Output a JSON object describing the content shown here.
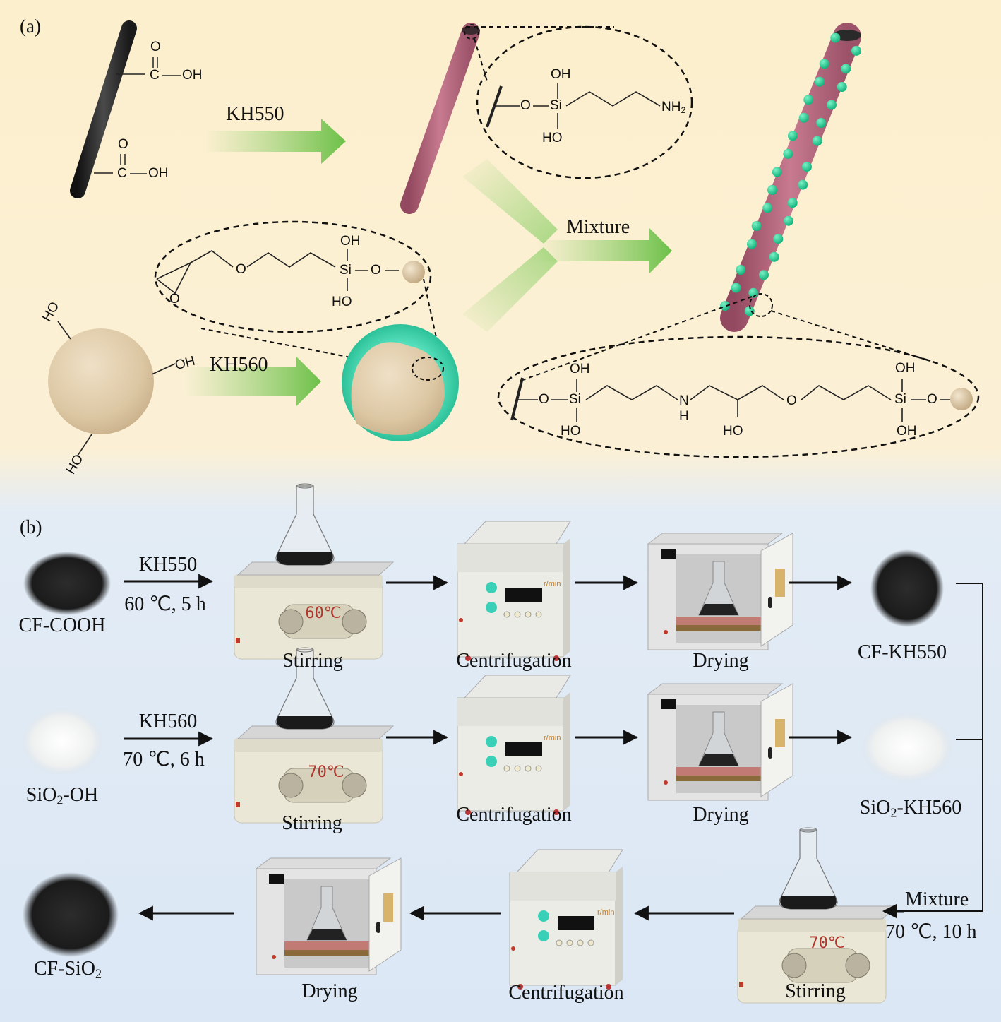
{
  "panel_a": {
    "label": "(a)",
    "arrow_kh550": "KH550",
    "arrow_kh560": "KH560",
    "arrow_mixture": "Mixture",
    "atoms": {
      "O": "O",
      "OH": "OH",
      "HO": "HO",
      "C": "C",
      "Si": "Si",
      "N": "N",
      "H": "H",
      "NH": "NH",
      "sub2": "2"
    }
  },
  "panel_b": {
    "label": "(b)",
    "row1": {
      "start": "CF-COOH",
      "reagent": "KH550",
      "condition": "60 ℃, 5 h",
      "display": "60℃",
      "end": "CF-KH550"
    },
    "row2": {
      "start_prefix": "SiO",
      "start_sub": "2",
      "start_suffix": "-OH",
      "reagent": "KH560",
      "condition": "70 ℃, 6 h",
      "display": "70℃",
      "end_prefix": "SiO",
      "end_sub": "2",
      "end_suffix": "-KH560"
    },
    "row3": {
      "reagent": "Mixture",
      "condition": "70 ℃, 10 h",
      "display": "70℃",
      "end_prefix": "CF-SiO",
      "end_sub": "2"
    },
    "steps": {
      "stirring": "Stirring",
      "centrifugation": "Centrifugation",
      "drying": "Drying"
    },
    "centrifuge_unit": "r/min"
  },
  "colors": {
    "panel_a_bg": "#fbefcf",
    "panel_b_bg": "#dde9f6",
    "arrow_green": "#76c44a",
    "fiber_black": "#2b2b2b",
    "fiber_pink": "#b86a80",
    "nanoparticle": "#23c98f",
    "sphere": "#dcc7a4",
    "shell": "#3fd4b0"
  }
}
